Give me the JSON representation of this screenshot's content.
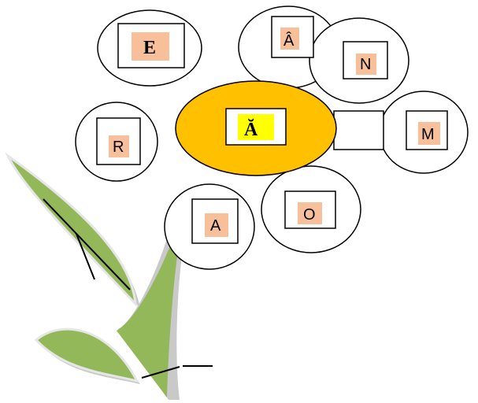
{
  "colors": {
    "petal_fill": "#ffffff",
    "outline": "#000000",
    "center_fill": "#ffc000",
    "letter_tile": "#f7c09a",
    "center_tile": "#ffff00",
    "leaf_green": "#93b85a",
    "leaf_shadow": "#c9c9c9"
  },
  "center": {
    "letter": "Ă"
  },
  "petals": [
    {
      "id": "e",
      "letter": "E"
    },
    {
      "id": "a-circ",
      "letter": "Â"
    },
    {
      "id": "n",
      "letter": "N"
    },
    {
      "id": "r",
      "letter": "R"
    },
    {
      "id": "m",
      "letter": "M"
    },
    {
      "id": "a",
      "letter": "A"
    },
    {
      "id": "o",
      "letter": "O"
    }
  ]
}
